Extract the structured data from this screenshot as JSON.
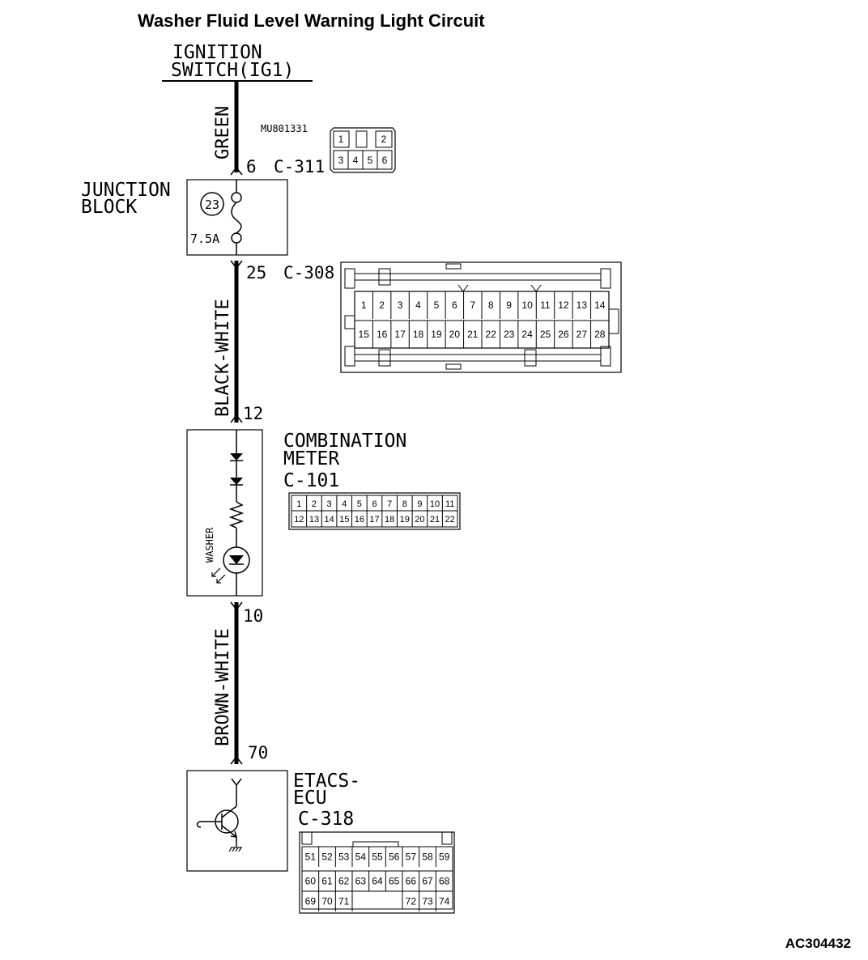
{
  "title": "Washer Fluid Level Warning Light Circuit",
  "figure_code": "AC304432",
  "power_source": {
    "line1": "IGNITION",
    "line2": "SWITCH(IG1)"
  },
  "wires": [
    {
      "id": "w1",
      "color": "GREEN"
    },
    {
      "id": "w2",
      "color": "BLACK-WHITE"
    },
    {
      "id": "w3",
      "color": "BROWN-WHITE"
    }
  ],
  "junction_block": {
    "line1": "JUNCTION",
    "line2": "BLOCK",
    "fuse_number": "23",
    "fuse_rating": "7.5A",
    "pin_in": "6",
    "connector_in": "C-311",
    "part_number": "MU801331",
    "pin_out": "25",
    "connector_out": "C-308"
  },
  "combination_meter": {
    "line1": "COMBINATION",
    "line2": "METER",
    "connector": "C-101",
    "pin_in": "12",
    "pin_out": "10",
    "lamp_label": "WASHER"
  },
  "etacs_ecu": {
    "line1": "ETACS-",
    "line2": "ECU",
    "connector": "C-318",
    "pin": "70"
  },
  "connectors": {
    "c311": {
      "row1": [
        "1",
        "2"
      ],
      "row2": [
        "3",
        "4",
        "5",
        "6"
      ]
    },
    "c308": {
      "row1": [
        "1",
        "2",
        "3",
        "4",
        "5",
        "6",
        "7",
        "8",
        "9",
        "10",
        "11",
        "12",
        "13",
        "14"
      ],
      "row2": [
        "15",
        "16",
        "17",
        "18",
        "19",
        "20",
        "21",
        "22",
        "23",
        "24",
        "25",
        "26",
        "27",
        "28"
      ]
    },
    "c101": {
      "row1": [
        "1",
        "2",
        "3",
        "4",
        "5",
        "6",
        "7",
        "8",
        "9",
        "10",
        "11"
      ],
      "row2": [
        "12",
        "13",
        "14",
        "15",
        "16",
        "17",
        "18",
        "19",
        "20",
        "21",
        "22"
      ]
    },
    "c318": {
      "row1": [
        "51",
        "52",
        "53",
        "54",
        "55",
        "56",
        "57",
        "58",
        "59"
      ],
      "row2": [
        "60",
        "61",
        "62",
        "63",
        "64",
        "65",
        "66",
        "67",
        "68"
      ],
      "row3": [
        "69",
        "70",
        "71",
        "72",
        "73",
        "74"
      ]
    }
  }
}
